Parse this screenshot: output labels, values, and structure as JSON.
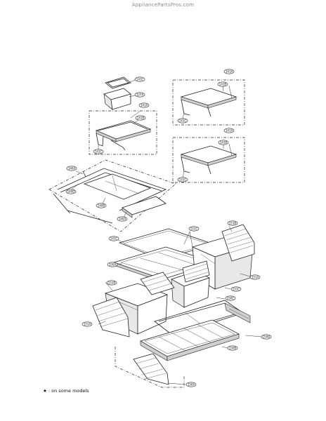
{
  "watermark": "AppliancePartsPros.com",
  "footnote": "★ : on some models",
  "labels": {
    "l1": "141C",
    "l2": "127A",
    "l3": "141A",
    "l4": "141B",
    "l5": "141C",
    "l6": "141A",
    "l7": "141B",
    "l8": "141C",
    "l9": "141A",
    "l10": "141B",
    "l11": "141C",
    "l12": "140A",
    "l13": "140D",
    "l14": "140B",
    "l15": "140A",
    "l16": "141C",
    "l17": "151C",
    "l18": "151B",
    "l19": "150A",
    "l20": "151A",
    "l21": "151C",
    "l22": "151B",
    "l23": "151A",
    "l24": "150C",
    "l25": "150D",
    "l26": "150B",
    "l27": "150A"
  }
}
